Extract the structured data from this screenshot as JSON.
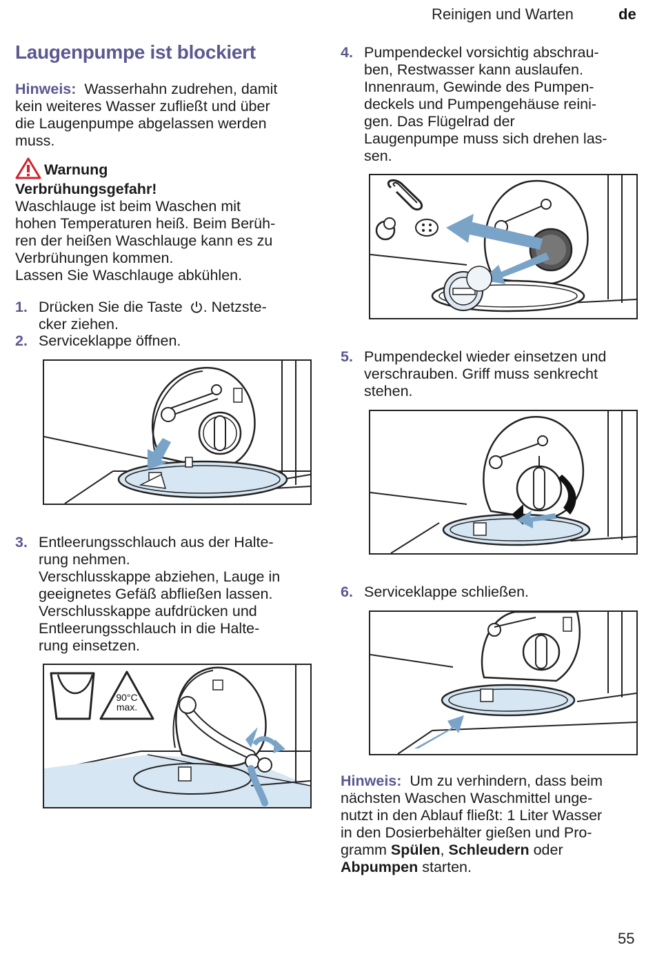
{
  "header": {
    "section": "Reinigen und Warten",
    "lang": "de"
  },
  "title": "Laugenpumpe ist blockiert",
  "hint1": {
    "label": "Hinweis:",
    "lines": [
      "Wasserhahn zudrehen, damit",
      "kein weiteres Wasser zufließt und über",
      "die Laugenpumpe abgelassen werden",
      "muss."
    ]
  },
  "warning": {
    "label": "Warnung",
    "title": "Verbrühungsgefahr!",
    "lines": [
      "Waschlauge ist beim Waschen mit",
      "hohen Temperaturen heiß. Beim Berüh-",
      "ren der heißen Waschlauge kann es zu",
      "Verbrühungen kommen.",
      "Lassen Sie Waschlauge abkühlen."
    ]
  },
  "steps": [
    {
      "num": "1.",
      "pre": "Drücken Sie die Taste",
      "post": ". Netzste-",
      "line2": "cker ziehen."
    },
    {
      "num": "2.",
      "lines": [
        "Serviceklappe öffnen."
      ]
    },
    {
      "num": "3.",
      "lines": [
        "Entleerungsschlauch aus der Halte-",
        "rung nehmen.",
        "Verschlusskappe abziehen, Lauge in",
        "geeignetes Gefäß abfließen lassen.",
        "Verschlusskappe aufdrücken und",
        "Entleerungsschlauch in die Halte-",
        "rung einsetzen."
      ]
    },
    {
      "num": "4.",
      "lines": [
        "Pumpendeckel vorsichtig abschrau-",
        "ben, Restwasser kann auslaufen.",
        "Innenraum, Gewinde des Pumpen-",
        "deckels und Pumpengehäuse reini-",
        "gen. Das Flügelrad der",
        "Laugenpumpe muss sich drehen las-",
        "sen."
      ]
    },
    {
      "num": "5.",
      "lines": [
        "Pumpendeckel wieder einsetzen und",
        "verschrauben. Griff muss senkrecht",
        "stehen."
      ]
    },
    {
      "num": "6.",
      "lines": [
        "Serviceklappe schließen."
      ]
    }
  ],
  "fig3": {
    "temp": "90°C",
    "max": "max."
  },
  "hint2": {
    "label": "Hinweis:",
    "l1": "Um zu verhindern, dass beim",
    "l2": "nächsten Waschen Waschmittel unge-",
    "l3": "nutzt in den Ablauf fließt: 1 Liter Wasser",
    "l4": "in den Dosierbehälter gießen und Pro-",
    "l5_pre": "gramm ",
    "spuelen": "Spülen",
    "comma": ", ",
    "schleudern": "Schleudern",
    "oder": " oder",
    "abpumpen": "Abpumpen",
    "starten": " starten."
  },
  "icons": [
    "warning-triangle-icon",
    "power-icon",
    "bucket-icon",
    "temperature-triangle-icon"
  ],
  "colors": {
    "accent": "#5a5890",
    "arrow": "#7aa3c8",
    "water": "#d6e6f3",
    "warning": "#d4202a"
  },
  "page_number": "55"
}
